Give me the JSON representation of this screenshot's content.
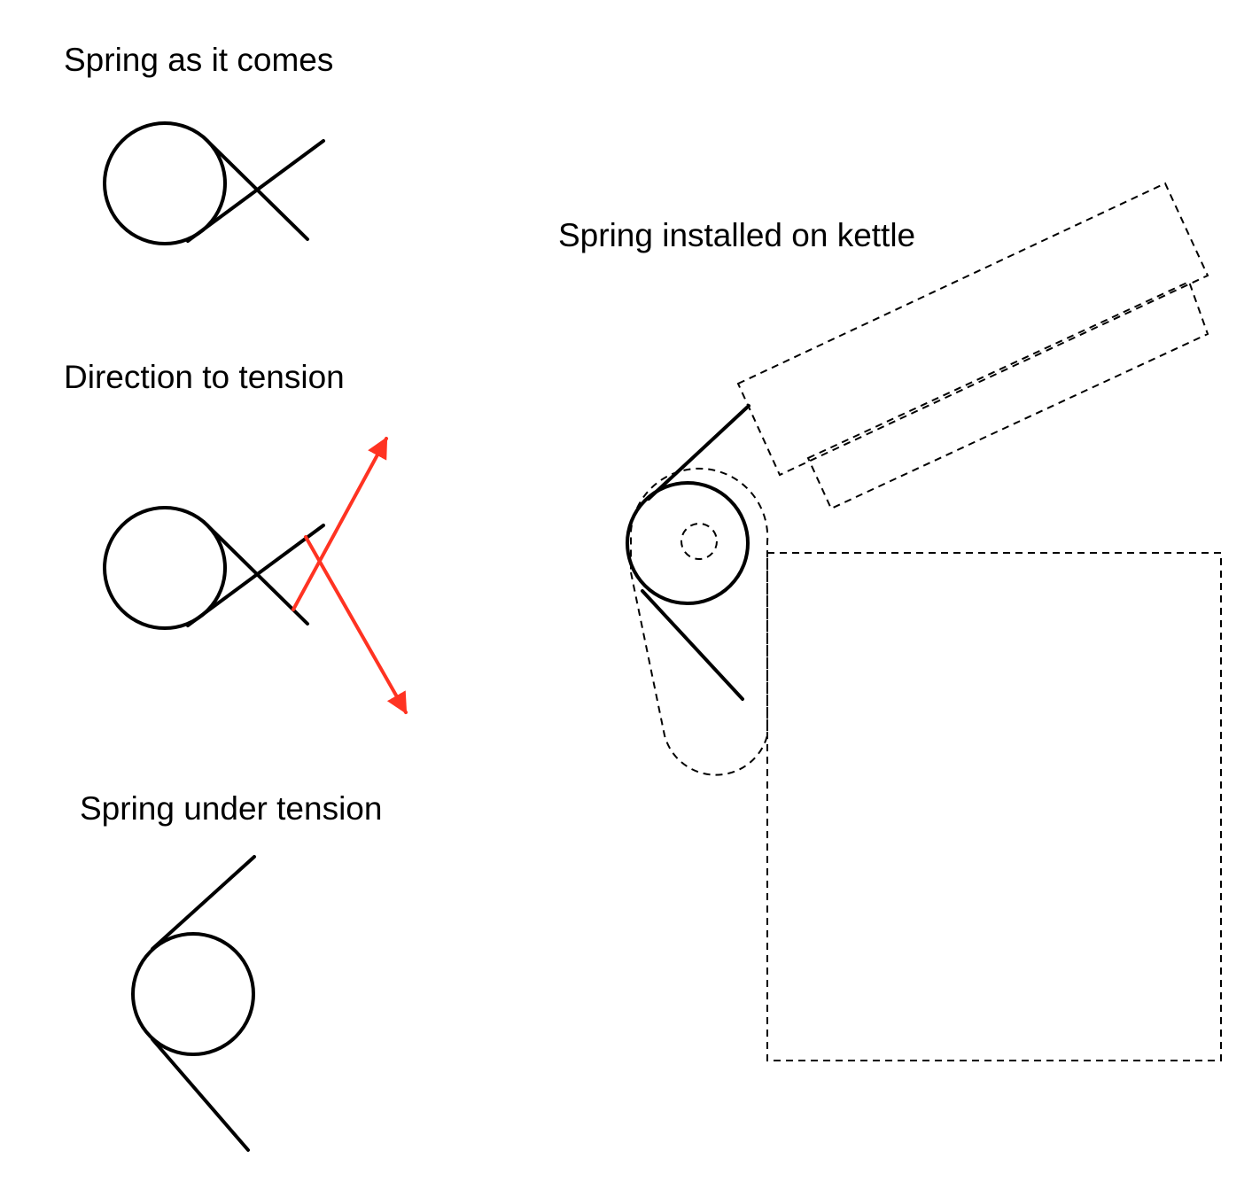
{
  "labels": {
    "spring_as_it_comes": "Spring as it comes",
    "direction_to_tension": "Direction to tension",
    "spring_under_tension": "Spring under tension",
    "spring_installed_on_kettle": "Spring installed on kettle"
  },
  "colors": {
    "ink": "#000000",
    "arrow": "#ff3322"
  }
}
